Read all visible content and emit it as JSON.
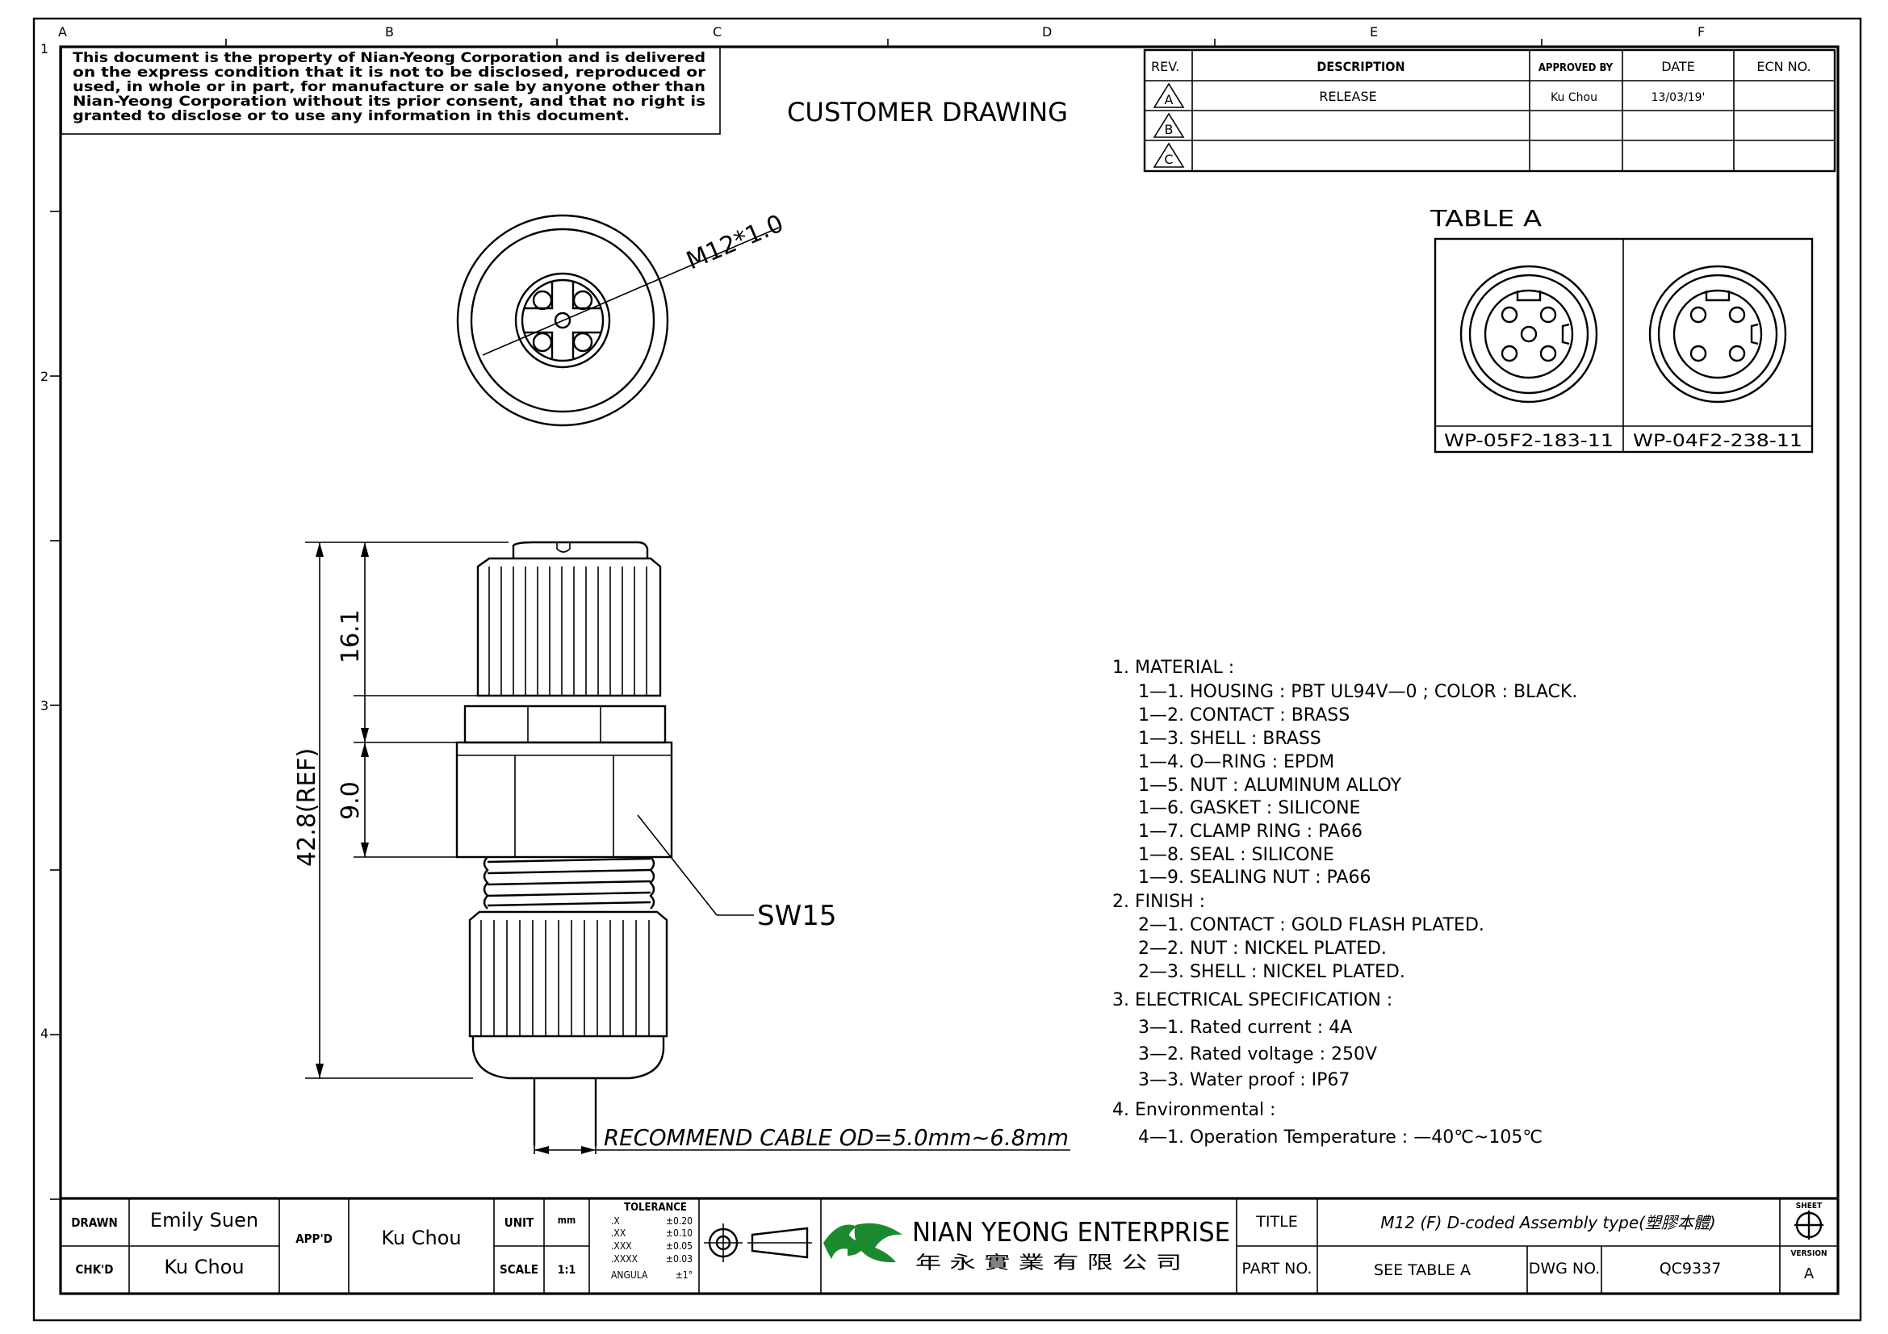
{
  "frame": {
    "col_letters": [
      "A",
      "B",
      "C",
      "D",
      "E",
      "F"
    ],
    "row_numbers": [
      "1",
      "2",
      "3",
      "4"
    ]
  },
  "notice": {
    "lines": [
      "This document is the property of Nian-Yeong Corporation and is delivered",
      "on  the  express condition that it is not to be disclosed, reproduced or",
      "used, in whole or in part, for manufacture or sale by anyone other than",
      "Nian-Yeong Corporation without  its prior consent, and that  no right  is",
      "granted to disclose or to use any information in this  document."
    ]
  },
  "header_title": "CUSTOMER  DRAWING",
  "revision_table": {
    "headers": [
      "REV.",
      "DESCRIPTION",
      "APPROVED BY",
      "DATE",
      "ECN NO."
    ],
    "rows": [
      {
        "rev": "A",
        "description": "RELEASE",
        "approved_by": "Ku Chou",
        "date": "13/03/19'",
        "ecn": ""
      },
      {
        "rev": "B",
        "description": "",
        "approved_by": "",
        "date": "",
        "ecn": ""
      },
      {
        "rev": "C",
        "description": "",
        "approved_by": "",
        "date": "",
        "ecn": ""
      }
    ]
  },
  "table_a": {
    "title": "TABLE  A",
    "items": [
      "WP-05F2-183-11",
      "WP-04F2-238-11"
    ]
  },
  "dimensions": {
    "thread": "M12*1.0",
    "nut_height": "16.1",
    "hex_height": "9.0",
    "overall": "42.8(REF)",
    "wrench": "SW15",
    "cable_note": "RECOMMEND  CABLE  OD=5.0mm~6.8mm"
  },
  "notes": [
    {
      "text": "1.  MATERIAL  :",
      "indent": false
    },
    {
      "text": "1—1.  HOUSING  :  PBT  UL94V—0  ;  COLOR  :  BLACK.",
      "indent": true
    },
    {
      "text": "1—2.  CONTACT  :  BRASS",
      "indent": true
    },
    {
      "text": "1—3.  SHELL  :  BRASS",
      "indent": true
    },
    {
      "text": "1—4.  O—RING  :  EPDM",
      "indent": true
    },
    {
      "text": "1—5.  NUT  :  ALUMINUM  ALLOY",
      "indent": true
    },
    {
      "text": "1—6.  GASKET  :  SILICONE",
      "indent": true
    },
    {
      "text": "1—7.  CLAMP  RING  :  PA66",
      "indent": true
    },
    {
      "text": "1—8.  SEAL  :  SILICONE",
      "indent": true
    },
    {
      "text": "1—9.  SEALING  NUT  :  PA66",
      "indent": true
    },
    {
      "text": "2.  FINISH  :",
      "indent": false
    },
    {
      "text": "2—1.  CONTACT  :  GOLD  FLASH  PLATED.",
      "indent": true
    },
    {
      "text": "2—2.  NUT  :  NICKEL  PLATED.",
      "indent": true
    },
    {
      "text": "2—3.  SHELL  :  NICKEL  PLATED.",
      "indent": true
    },
    {
      "text": "3.  ELECTRICAL  SPECIFICATION  :",
      "indent": false
    },
    {
      "text": "3—1.  Rated  current  :  4A",
      "indent": true
    },
    {
      "text": "3—2.  Rated  voltage  :  250V",
      "indent": true
    },
    {
      "text": "3—3.  Water  proof  :  IP67",
      "indent": true
    },
    {
      "text": "4.  Environmental  :",
      "indent": false
    },
    {
      "text": "4—1.  Operation  Temperature  :  —40℃~105℃",
      "indent": true
    }
  ],
  "title_block": {
    "drawn_label": "DRAWN",
    "drawn_value": "Emily Suen",
    "chkd_label": "CHK'D",
    "chkd_value": "Ku Chou",
    "appd_label": "APP'D",
    "appd_value": "Ku Chou",
    "unit_label": "UNIT",
    "unit_value": "mm",
    "scale_label": "SCALE",
    "scale_value": "1:1",
    "tolerance_title": "TOLERANCE",
    "tolerance_rows": [
      {
        "k": ".X",
        "v": "±0.20"
      },
      {
        "k": ".XX",
        "v": "±0.10"
      },
      {
        "k": ".XXX",
        "v": "±0.05"
      },
      {
        "k": ".XXXX",
        "v": "±0.03"
      },
      {
        "k": "ANGULA",
        "v": "±1°"
      }
    ],
    "company_name": "NIAN YEONG ENTERPRISE",
    "company_cn": "年 永 實 業 有 限 公 司",
    "title_label": "TITLE",
    "title_value": "M12 (F) D-coded Assembly type(塑膠本體)",
    "part_label": "PART NO.",
    "part_value": "SEE TABLE A",
    "dwg_label": "DWG NO.",
    "dwg_value": "QC9337",
    "sheet_label": "SHEET",
    "version_label": "VERSION",
    "version_value": "A"
  }
}
